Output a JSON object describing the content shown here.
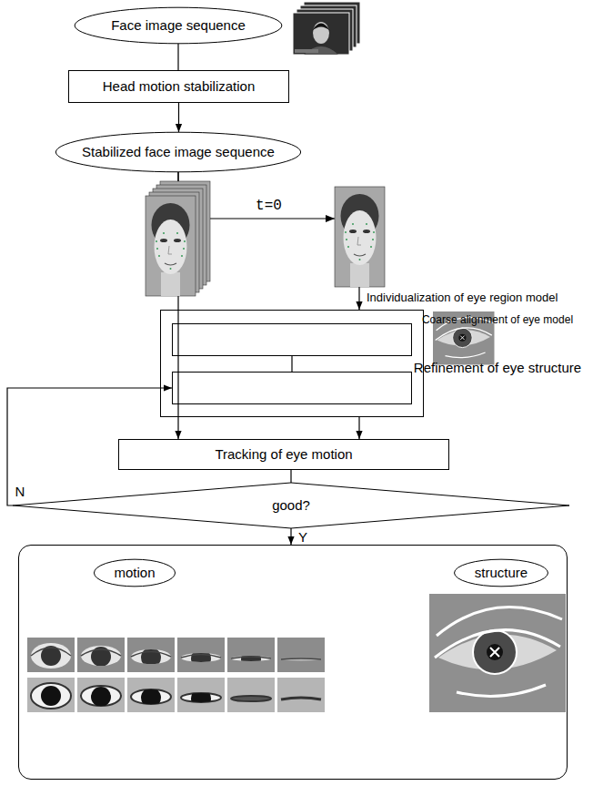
{
  "diagram": {
    "nodes": [
      {
        "text": [
          "Face image sequence"
        ]
      },
      {
        "text": [
          "Head motion stabilization"
        ]
      },
      {
        "text": [
          "Stabilized face image sequence"
        ]
      },
      {
        "text": [
          "Individualization of eye region model"
        ]
      },
      {
        "text": [
          "Coarse alignment of eye model"
        ],
        "in": 3
      },
      {
        "text": [
          "Refinement of eye structure"
        ],
        "in": 3
      },
      {
        "text": [
          "Tracking of eye motion"
        ]
      },
      {
        "text": [
          "good?"
        ]
      },
      {
        "text": []
      },
      {
        "text": [
          "motion"
        ],
        "in": 8
      },
      {
        "text": [
          "structure"
        ],
        "in": 8
      }
    ],
    "edges": [
      {
        "from": 0,
        "to": 1,
        "arrow": "none"
      },
      {
        "from": 1,
        "to": 2,
        "arrow": "to"
      },
      {
        "from": 2,
        "to": 6,
        "arrow": "to"
      },
      {
        "from": 2,
        "to": 3,
        "arrow": "to",
        "label": "t=0"
      },
      {
        "from": 3,
        "to": 6,
        "arrow": "to"
      },
      {
        "from": 4,
        "to": 5,
        "arrow": "none"
      },
      {
        "from": 6,
        "to": 7,
        "arrow": "none"
      },
      {
        "from": 7,
        "to": 8,
        "arrow": "to",
        "label": "Y"
      },
      {
        "from": 7,
        "to": 5,
        "arrow": "to",
        "label": "N"
      }
    ]
  }
}
